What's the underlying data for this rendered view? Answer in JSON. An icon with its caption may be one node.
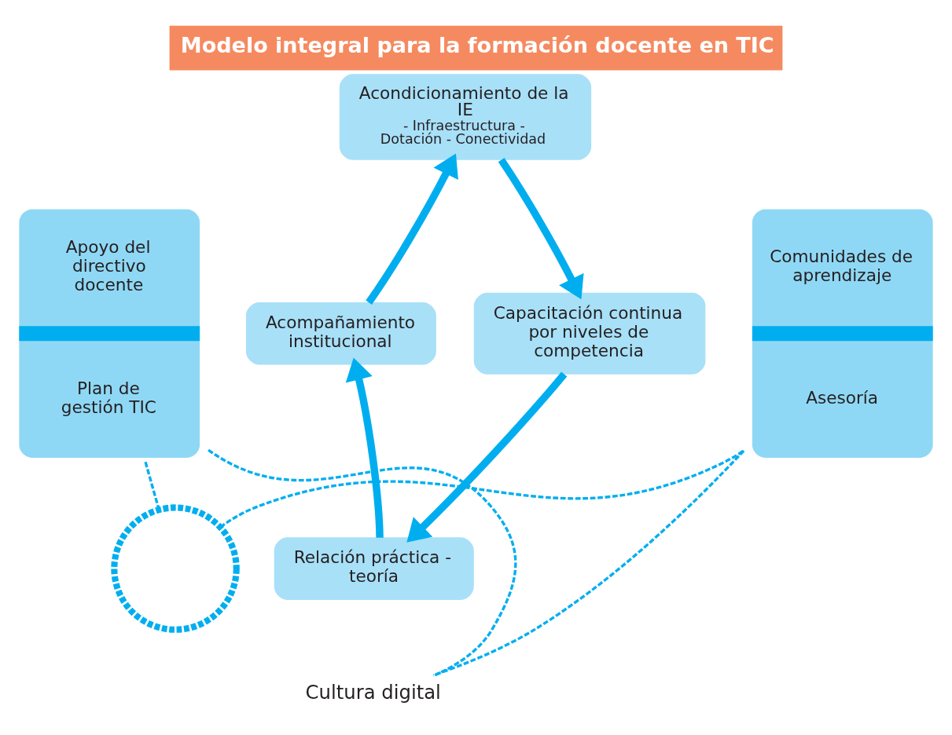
{
  "diagram": {
    "title": "Modelo integral para la formación docente en TIC",
    "nodes": [
      {
        "text": [
          "Apoyo del directivo docente",
          "Plan de gestión TIC"
        ]
      },
      {
        "text": [],
        "shape": "circle"
      },
      {
        "text": [
          "Acondicionamiento de la IE",
          "- Infraestructura - Dotación - Conectividad"
        ]
      },
      {
        "text": [
          "Acompañamiento institucional"
        ]
      },
      {
        "text": [
          "Capacitación continua por niveles de competencia"
        ]
      },
      {
        "text": [
          "Relación práctica - teoría"
        ]
      },
      {
        "text": [
          "Comunidades de aprendizaje",
          "Asesoría"
        ]
      },
      {
        "text": [
          "Cultura digital"
        ]
      }
    ],
    "edges": [
      {
        "from": 2,
        "to": 4,
        "arrow": "to",
        "style": "thick"
      },
      {
        "from": 4,
        "to": 5,
        "arrow": "to",
        "style": "thick"
      },
      {
        "from": 5,
        "to": 3,
        "arrow": "to",
        "style": "thick"
      },
      {
        "from": 3,
        "to": 2,
        "arrow": "to",
        "style": "thick"
      },
      {
        "from": 0,
        "to": 1,
        "arrow": "none",
        "style": "dashed"
      },
      {
        "from": 1,
        "to": 6,
        "arrow": "none",
        "style": "dashed"
      },
      {
        "from": 0,
        "to": 7,
        "arrow": "none",
        "style": "dashed"
      },
      {
        "from": 6,
        "to": 7,
        "arrow": "none",
        "style": "dashed"
      }
    ]
  }
}
